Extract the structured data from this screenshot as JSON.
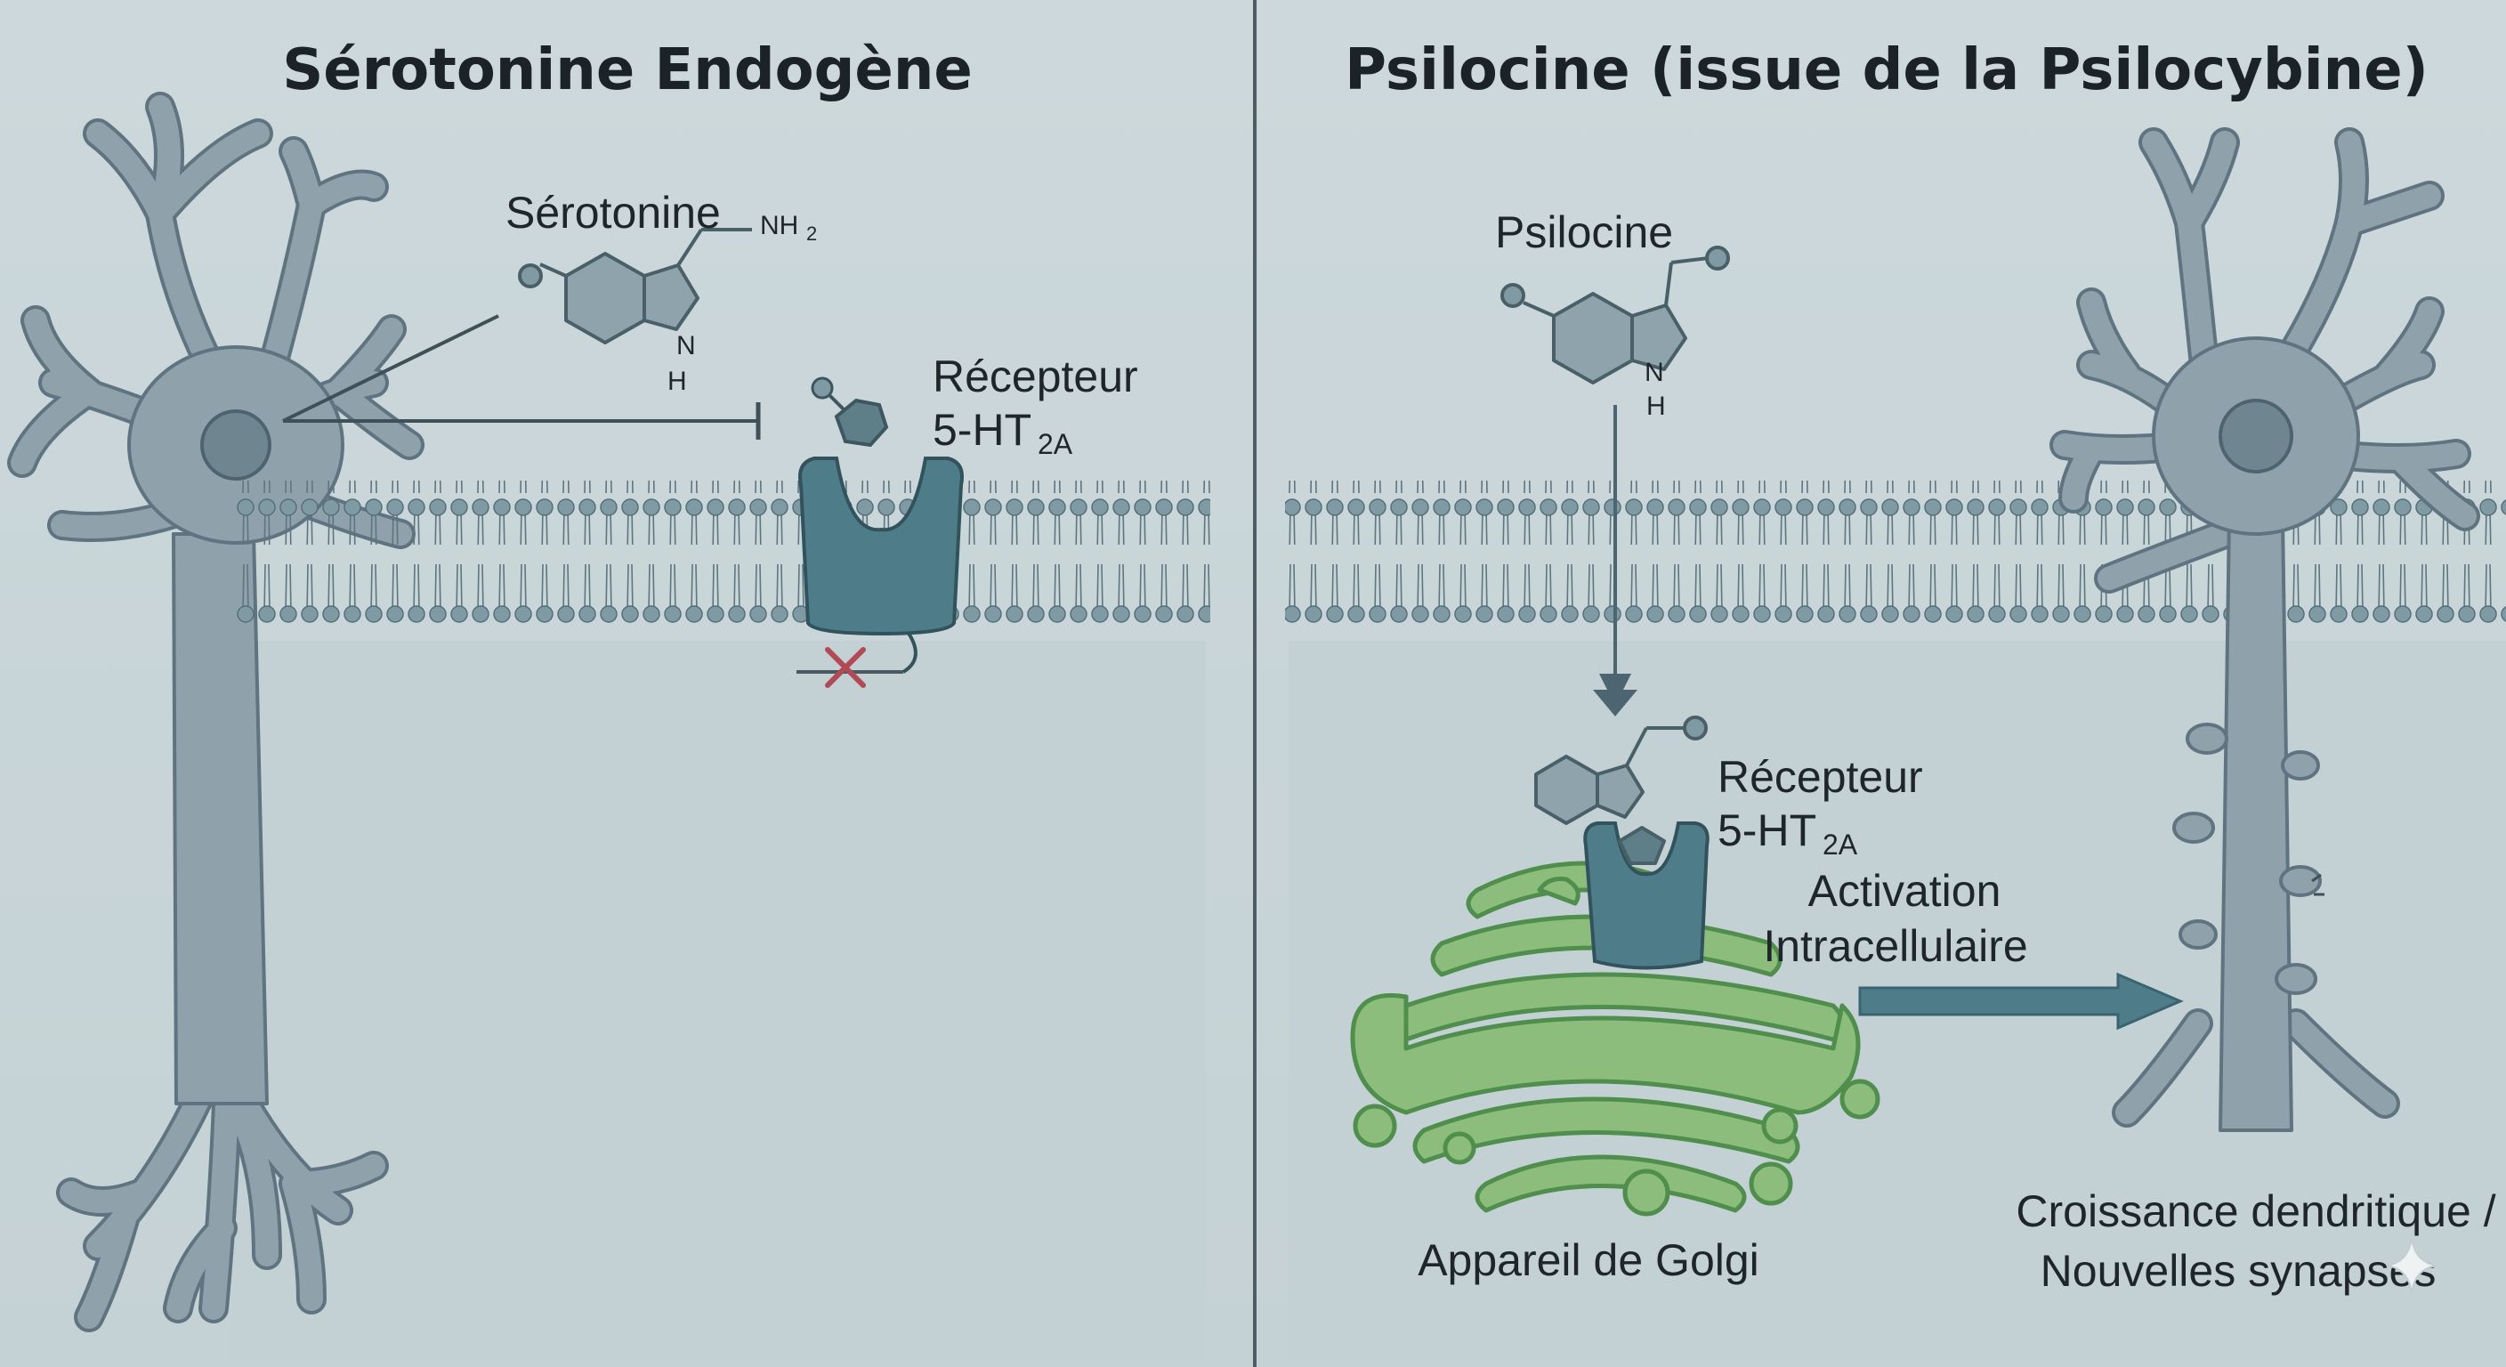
{
  "left_panel": {
    "title": "Sérotonine Endogène",
    "molecule_label": "Sérotonine",
    "amine_group": "NH",
    "amine_sub": "2",
    "ring_nh": "N",
    "ring_nh2": "H",
    "receptor_label_line1": "Récepteur",
    "receptor_label_line2": "5-HT",
    "receptor_sub": "2A"
  },
  "right_panel": {
    "title": "Psilocine (issue de la Psilocybine)",
    "molecule_label": "Psilocine",
    "ring_nh": "N",
    "ring_nh2": "H",
    "receptor_label_line1": "Récepteur",
    "receptor_label_line2": "5-HT",
    "receptor_sub": "2A",
    "activation_line1": "Activation",
    "activation_line2": "Intracellulaire",
    "golgi_label": "Appareil de Golgi",
    "growth_line1": "Croissance dendritique /",
    "growth_line2": "Nouvelles synapses"
  },
  "colors": {
    "background": "#c9d5d8",
    "panel": "#cdd8db",
    "neuron": "#8fa2ac",
    "neuron_stroke": "#5f7480",
    "receptor": "#4e7d89",
    "lipid_head": "#7f9aa2",
    "golgi": "#8cbd7c",
    "golgi_stroke": "#4f8e4c",
    "inhibit_mark": "#b14a55"
  }
}
